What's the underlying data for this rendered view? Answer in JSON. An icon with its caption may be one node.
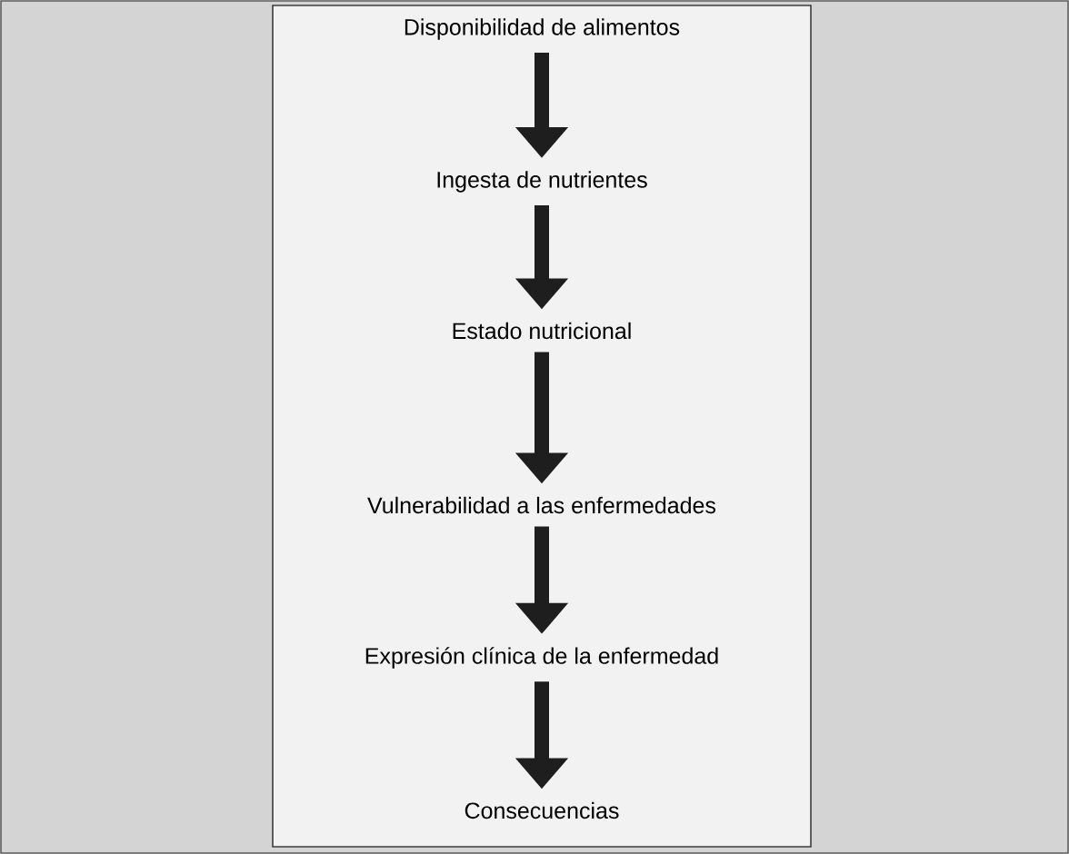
{
  "diagram": {
    "nodes": [
      {
        "text": [
          "Disponibilidad de alimentos"
        ]
      },
      {
        "text": [
          "Ingesta de nutrientes"
        ]
      },
      {
        "text": [
          "Estado nutricional"
        ]
      },
      {
        "text": [
          "Vulnerabilidad a las enfermedades"
        ]
      },
      {
        "text": [
          "Expresión clínica de la enfermedad"
        ]
      },
      {
        "text": [
          "Consecuencias"
        ]
      }
    ],
    "edges": [
      {
        "from": 0,
        "to": 1,
        "arrow": "to"
      },
      {
        "from": 1,
        "to": 2,
        "arrow": "to"
      },
      {
        "from": 2,
        "to": 3,
        "arrow": "to"
      },
      {
        "from": 3,
        "to": 4,
        "arrow": "to"
      },
      {
        "from": 4,
        "to": 5,
        "arrow": "to"
      }
    ]
  }
}
